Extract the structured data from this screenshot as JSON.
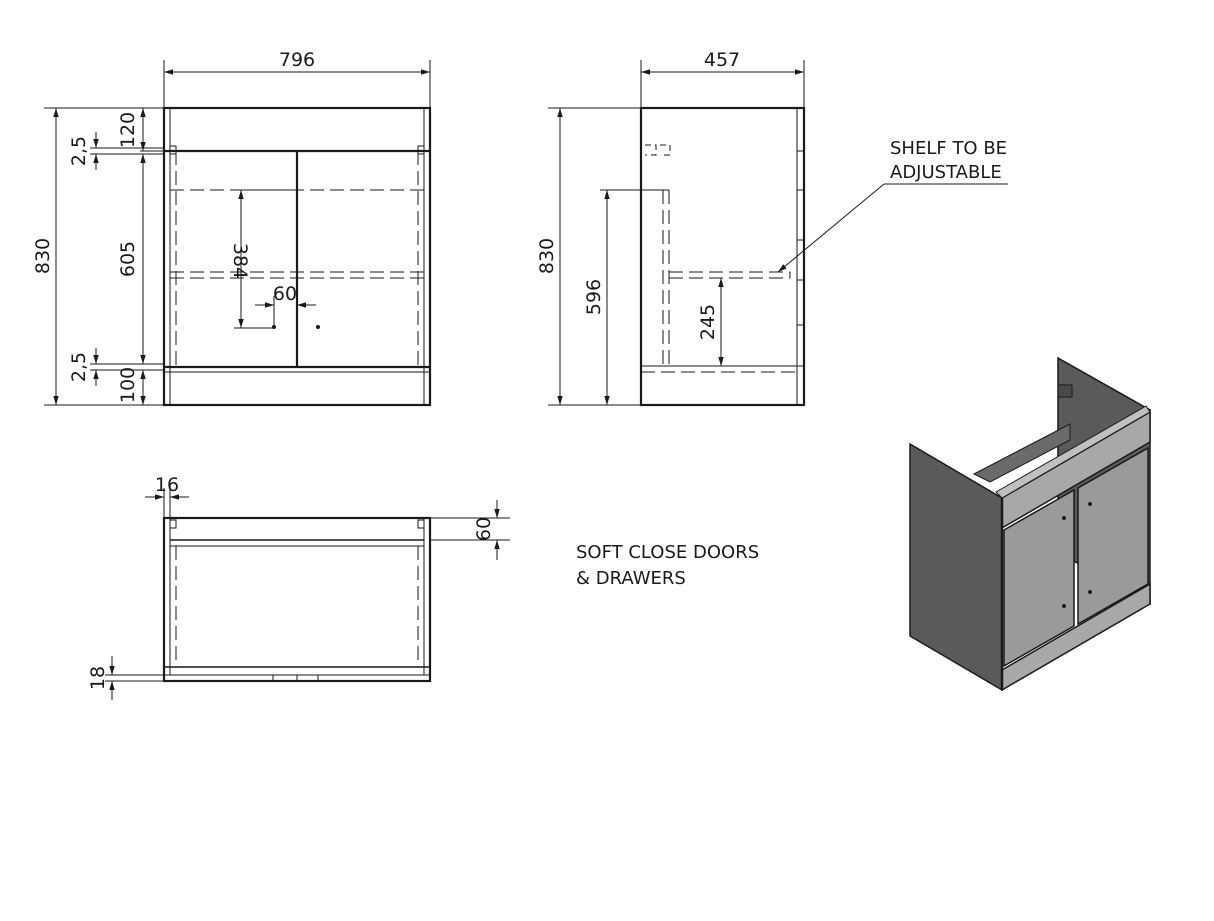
{
  "front_view": {
    "width": "796",
    "height": "830",
    "top_rail": "120",
    "top_gap": "2,5",
    "door_height": "605",
    "bottom_gap": "2,5",
    "plinth": "100",
    "shelf_height": "384",
    "handle_spacing": "60"
  },
  "side_view": {
    "depth": "457",
    "height": "830",
    "internal_height": "596",
    "shelf_level": "245",
    "shelf_note_line1": "SHELF TO BE",
    "shelf_note_line2": "ADJUSTABLE"
  },
  "top_view": {
    "panel_thickness": "16",
    "back_gap": "60",
    "base_thickness": "18"
  },
  "feature_note": {
    "line1": "SOFT CLOSE DOORS",
    "line2": "& DRAWERS"
  },
  "colors": {
    "line": "#1a1a1a",
    "cabinet_side": "#5a5a5a",
    "cabinet_front": "#9a9a9a",
    "cabinet_top": "#c0c0c0"
  }
}
